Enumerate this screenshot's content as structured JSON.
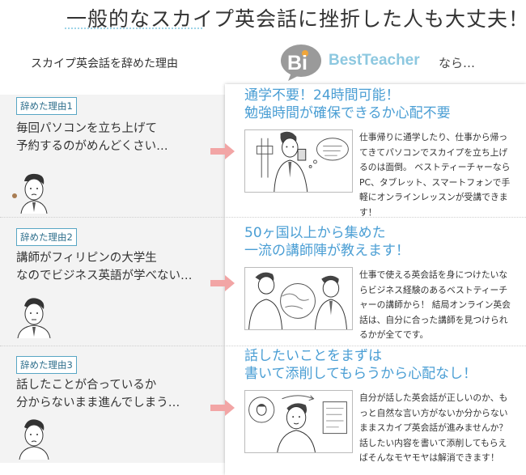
{
  "header": {
    "title": "一般的なスカイプ英会話に挫折した人も大丈夫！",
    "left_heading": "スカイプ英会話を辞めた理由"
  },
  "brand": {
    "logo_text": "Bi",
    "name": "BestTeacher",
    "suffix": "なら…",
    "accent": "#8dc8e0"
  },
  "rows": [
    {
      "badge": "辞めた理由1",
      "reason_lines": [
        "毎回パソコンを立ち上げて",
        "予約するのがめんどくさい…"
      ],
      "title_lines": [
        "通学不要！24時間可能！",
        "勉強時間が確保できるか心配不要"
      ],
      "body": "仕事帰りに通学したり、仕事から帰ってきてパソコンでスカイプを立ち上げるのは面倒。 ベストティーチャーならPC、タブレット、スマートフォンで手軽にオンラインレッスンが受講できます！"
    },
    {
      "badge": "辞めた理由2",
      "reason_lines": [
        "講師がフィリピンの大学生",
        "なのでビジネス英語が学べない…"
      ],
      "title_lines": [
        "50ヶ国以上から集めた",
        "一流の講師陣が教えます！"
      ],
      "body": "仕事で使える英会話を身につけたいならビジネス経験のあるベストティーチャーの講師から！ 結局オンライン英会話は、自分に合った講師を見つけられるかが全てです。"
    },
    {
      "badge": "辞めた理由3",
      "reason_lines": [
        "話したことが合っているか",
        "分からないまま進んでしまう…"
      ],
      "title_lines": [
        "話したいことをまずは",
        "書いて添削してもらうから心配なし！"
      ],
      "body": "自分が話した英会話が正しいのか、もっと自然な言い方がないか分からないままスカイプ英会話が進みませんか？ 話したい内容を書いて添削してもらえばそんなモヤモヤは解消できます！"
    }
  ],
  "colors": {
    "title_blue": "#4a9ed4",
    "badge_border": "#58a6c4",
    "arrow_pink": "#f2a5a5",
    "left_bg": "#f3f3f3"
  }
}
